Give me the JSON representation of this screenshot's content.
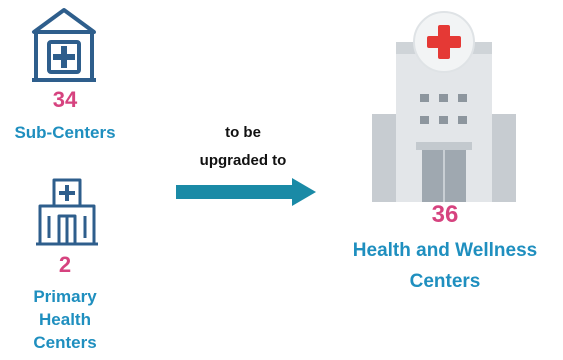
{
  "sub_centers": {
    "count": "34",
    "label": "Sub-Centers"
  },
  "phc": {
    "count": "2",
    "label_lines": [
      "Primary",
      "Health",
      "Centers"
    ]
  },
  "arrow": {
    "label_lines": [
      "to be",
      "upgraded to"
    ]
  },
  "hwc": {
    "count": "36",
    "label_lines": [
      "Health and Wellness",
      "Centers"
    ]
  },
  "colors": {
    "icon_blue": "#2e5e8c",
    "number_pink": "#d6437f",
    "label_blue": "#1f8fbf",
    "arrow_teal": "#1a8aa6"
  },
  "icons": {
    "sub_center": "clinic-building-icon",
    "phc": "hospital-building-icon",
    "hwc": "hospital-tower-icon"
  }
}
